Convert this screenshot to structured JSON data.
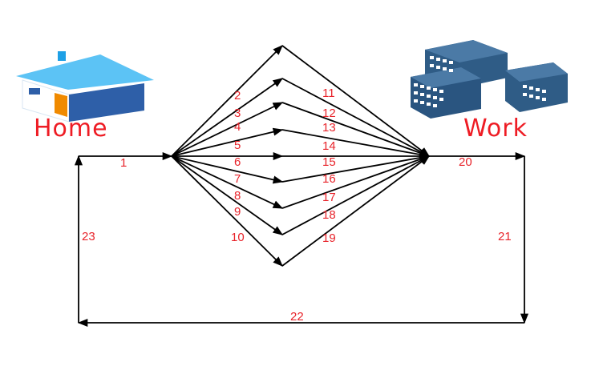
{
  "nodes": {
    "home": {
      "label": "Home",
      "icon": "house-icon"
    },
    "work": {
      "label": "Work",
      "icon": "office-buildings-icon"
    }
  },
  "edge_labels": [
    "1",
    "2",
    "3",
    "4",
    "5",
    "6",
    "7",
    "8",
    "9",
    "10",
    "11",
    "12",
    "13",
    "14",
    "15",
    "16",
    "17",
    "18",
    "19",
    "20",
    "21",
    "22",
    "23"
  ],
  "colors": {
    "label": "#e8232a",
    "edge": "#000000",
    "house_roof": "#1ea0e6",
    "house_wall": "#2e5fa8",
    "house_door": "#f08a00",
    "building": "#2f5c86",
    "window": "#ffffff"
  }
}
